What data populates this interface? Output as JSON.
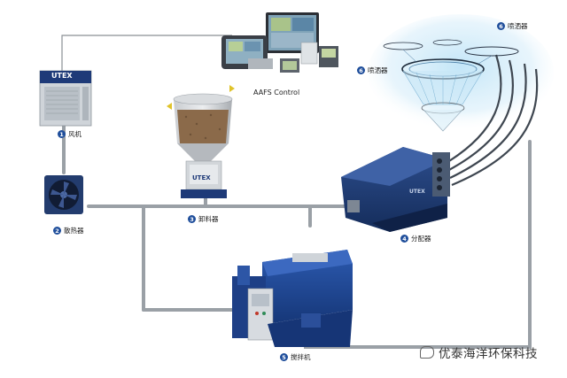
{
  "colors": {
    "pipe": "#9aa0a6",
    "marker": "#1f4e9b",
    "equipment_blue": "#1b3f8a",
    "watermark": "#333333"
  },
  "control": {
    "label": "AAFS Control"
  },
  "components": [
    {
      "id": "fan",
      "number": "1",
      "label": "风机",
      "icon": "fan-unit"
    },
    {
      "id": "cooler",
      "number": "2",
      "label": "散热器",
      "icon": "radiator"
    },
    {
      "id": "unloader",
      "number": "3",
      "label": "卸料器",
      "icon": "hopper"
    },
    {
      "id": "distributor",
      "number": "4",
      "label": "分配器",
      "icon": "distributor"
    },
    {
      "id": "mixer",
      "number": "5",
      "label": "搅拌机",
      "icon": "mixer"
    },
    {
      "id": "spreader-a",
      "number": "6",
      "label": "喷洒器",
      "icon": "spreader"
    },
    {
      "id": "spreader-b",
      "number": "6",
      "label": "喷洒器",
      "icon": "spreader"
    }
  ],
  "logo_text": "UTEX",
  "watermark": {
    "text": "优泰海洋环保科技",
    "icon": "chat-bubble-icon"
  }
}
